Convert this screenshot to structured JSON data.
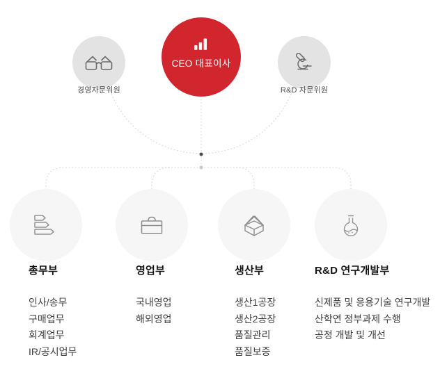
{
  "colors": {
    "primary_red": "#d2262f",
    "advisor_circle_gray": "#e3e3e3",
    "department_circle_gray": "#f6f6f6",
    "dotted_line_gray": "#d8d8d8",
    "junction_dot_dark": "#4d4d4d",
    "junction_dot_light": "#cbcbcb"
  },
  "org_chart": {
    "ceo": {
      "label": "CEO 대표이사",
      "icon": "bar-chart-icon"
    },
    "advisors": [
      {
        "label": "경영자문위원",
        "icon": "glasses-icon"
      },
      {
        "label": "R&D 자문위원",
        "icon": "microscope-icon"
      }
    ],
    "departments": [
      {
        "title": "총무부",
        "icon": "bar-list-icon",
        "duties": [
          "인사/송무",
          "구매업무",
          "회계업무",
          "IR/공시업무"
        ]
      },
      {
        "title": "영업부",
        "icon": "briefcase-icon",
        "duties": [
          "국내영업",
          "해외영업"
        ]
      },
      {
        "title": "생산부",
        "icon": "open-box-icon",
        "duties": [
          "생산1공장",
          "생산2공장",
          "품질관리",
          "품질보증"
        ]
      },
      {
        "title": "R&D 연구개발부",
        "icon": "flask-icon",
        "duties": [
          "신제품 및 응용기술 연구개발",
          "산학연 정부과제 수행",
          "공정 개발 및 개선"
        ]
      }
    ]
  }
}
